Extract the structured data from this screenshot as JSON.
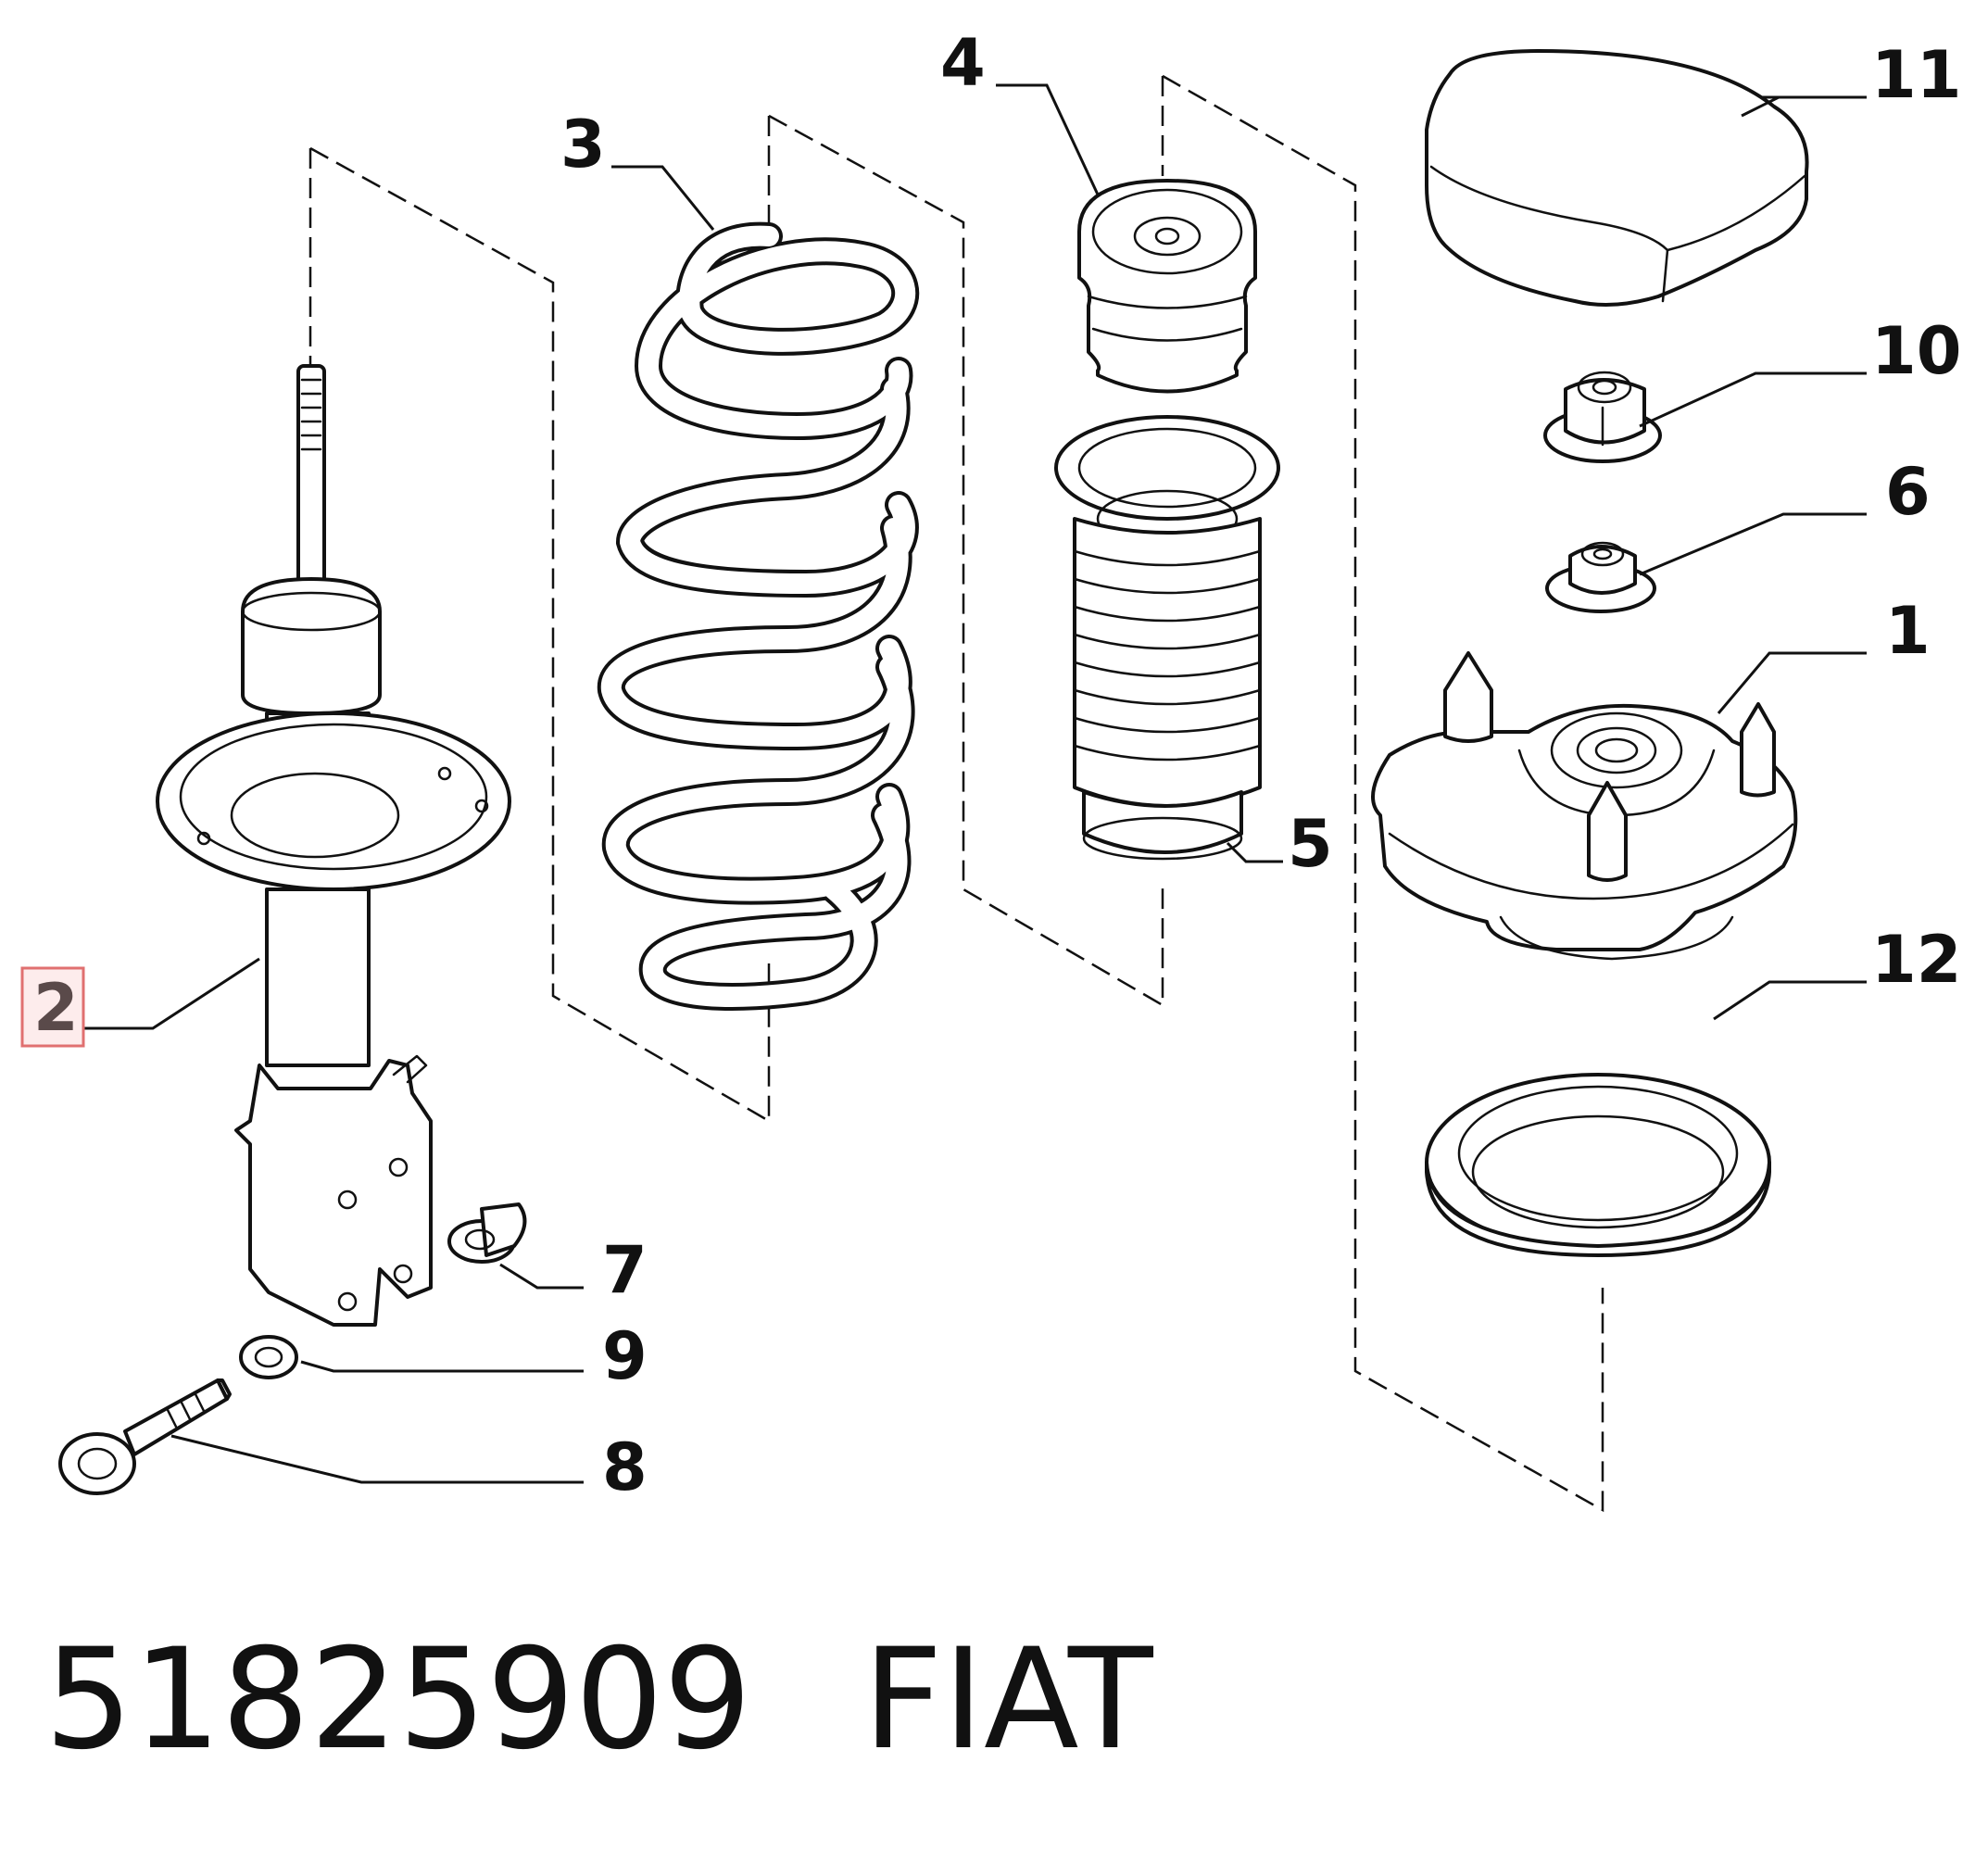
{
  "callouts": [
    {
      "id": "1",
      "label": "1",
      "part": "strut mount"
    },
    {
      "id": "2",
      "label": "2",
      "part": "shock absorber",
      "highlighted": true
    },
    {
      "id": "3",
      "label": "3",
      "part": "coil spring"
    },
    {
      "id": "4",
      "label": "4",
      "part": "bump stop"
    },
    {
      "id": "5",
      "label": "5",
      "part": "dust boot"
    },
    {
      "id": "6",
      "label": "6",
      "part": "nut"
    },
    {
      "id": "7",
      "label": "7",
      "part": "nut"
    },
    {
      "id": "8",
      "label": "8",
      "part": "bolt"
    },
    {
      "id": "9",
      "label": "9",
      "part": "washer"
    },
    {
      "id": "10",
      "label": "10",
      "part": "nut"
    },
    {
      "id": "11",
      "label": "11",
      "part": "cap"
    },
    {
      "id": "12",
      "label": "12",
      "part": "bearing"
    }
  ],
  "footer": {
    "part_number": "51825909",
    "brand": "FIAT"
  },
  "colors": {
    "ink": "#111111",
    "highlight_fill": "#fdecec",
    "highlight_stroke": "#e07070"
  }
}
